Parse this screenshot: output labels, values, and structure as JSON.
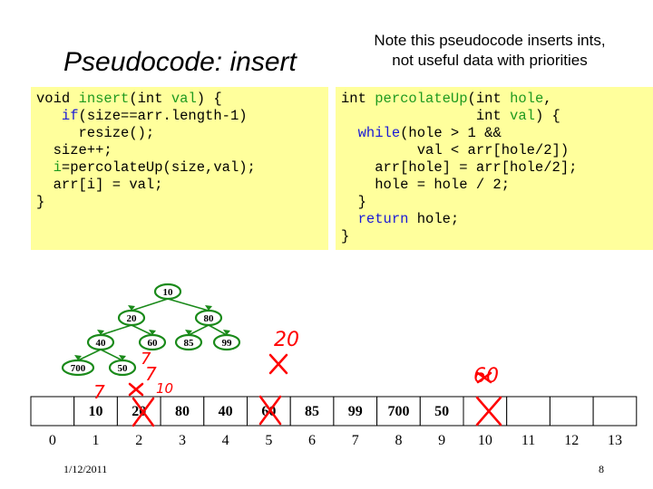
{
  "title": "Pseudocode: insert",
  "note": {
    "line1": "Note this pseudocode inserts ints,",
    "line2": "not useful data with priorities"
  },
  "code_insert": [
    [
      {
        "t": "void "
      },
      {
        "t": "insert",
        "c": "g"
      },
      {
        "t": "(int "
      },
      {
        "t": "val",
        "c": "g"
      },
      {
        "t": ") {"
      }
    ],
    [
      {
        "t": "   "
      },
      {
        "t": "if",
        "c": "k"
      },
      {
        "t": "(size==arr.length-1)"
      }
    ],
    [
      {
        "t": "     resize();"
      }
    ],
    [
      {
        "t": "  size++;"
      }
    ],
    [
      {
        "t": "  "
      },
      {
        "t": "i",
        "c": "g"
      },
      {
        "t": "=percolateUp(size,val);"
      }
    ],
    [
      {
        "t": "  arr[i] = val;"
      }
    ],
    [
      {
        "t": "}"
      }
    ]
  ],
  "code_percolate": [
    [
      {
        "t": "int "
      },
      {
        "t": "percolateUp",
        "c": "g"
      },
      {
        "t": "(int "
      },
      {
        "t": "hole",
        "c": "g"
      },
      {
        "t": ","
      }
    ],
    [
      {
        "t": "                int "
      },
      {
        "t": "val",
        "c": "g"
      },
      {
        "t": ") {"
      }
    ],
    [
      {
        "t": "  "
      },
      {
        "t": "while",
        "c": "k"
      },
      {
        "t": "(hole > 1 &&"
      }
    ],
    [
      {
        "t": "         val < arr[hole/2])"
      }
    ],
    [
      {
        "t": "    arr[hole] = arr[hole/2];"
      }
    ],
    [
      {
        "t": "    hole = hole / 2;"
      }
    ],
    [
      {
        "t": "  }"
      }
    ],
    [
      {
        "t": "  "
      },
      {
        "t": "return",
        "c": "k"
      },
      {
        "t": " hole;"
      }
    ],
    [
      {
        "t": "}"
      }
    ]
  ],
  "tree_nodes": [
    "10",
    "20",
    "80",
    "40",
    "60",
    "85",
    "99",
    "700",
    "50"
  ],
  "array_values": [
    "",
    "10",
    "20",
    "80",
    "40",
    "60",
    "85",
    "99",
    "700",
    "50",
    "",
    "",
    "",
    ""
  ],
  "array_indices": [
    "0",
    "1",
    "2",
    "3",
    "4",
    "5",
    "6",
    "7",
    "8",
    "9",
    "10",
    "11",
    "12",
    "13"
  ],
  "handwritten": {
    "above_index2_left": "7",
    "above_index2_mid": "7",
    "above_index2_ten": "10",
    "above_node50": "7",
    "above_index5": "20",
    "above_index10": "60"
  },
  "footer": {
    "date": "1/12/2011",
    "page": "8"
  },
  "colors": {
    "code_bg": "#ffff9c",
    "keyword": "#1a1ad6",
    "identifier": "#1f9a1f",
    "tree": "#1a8a1a",
    "ink": "#ff0000"
  }
}
